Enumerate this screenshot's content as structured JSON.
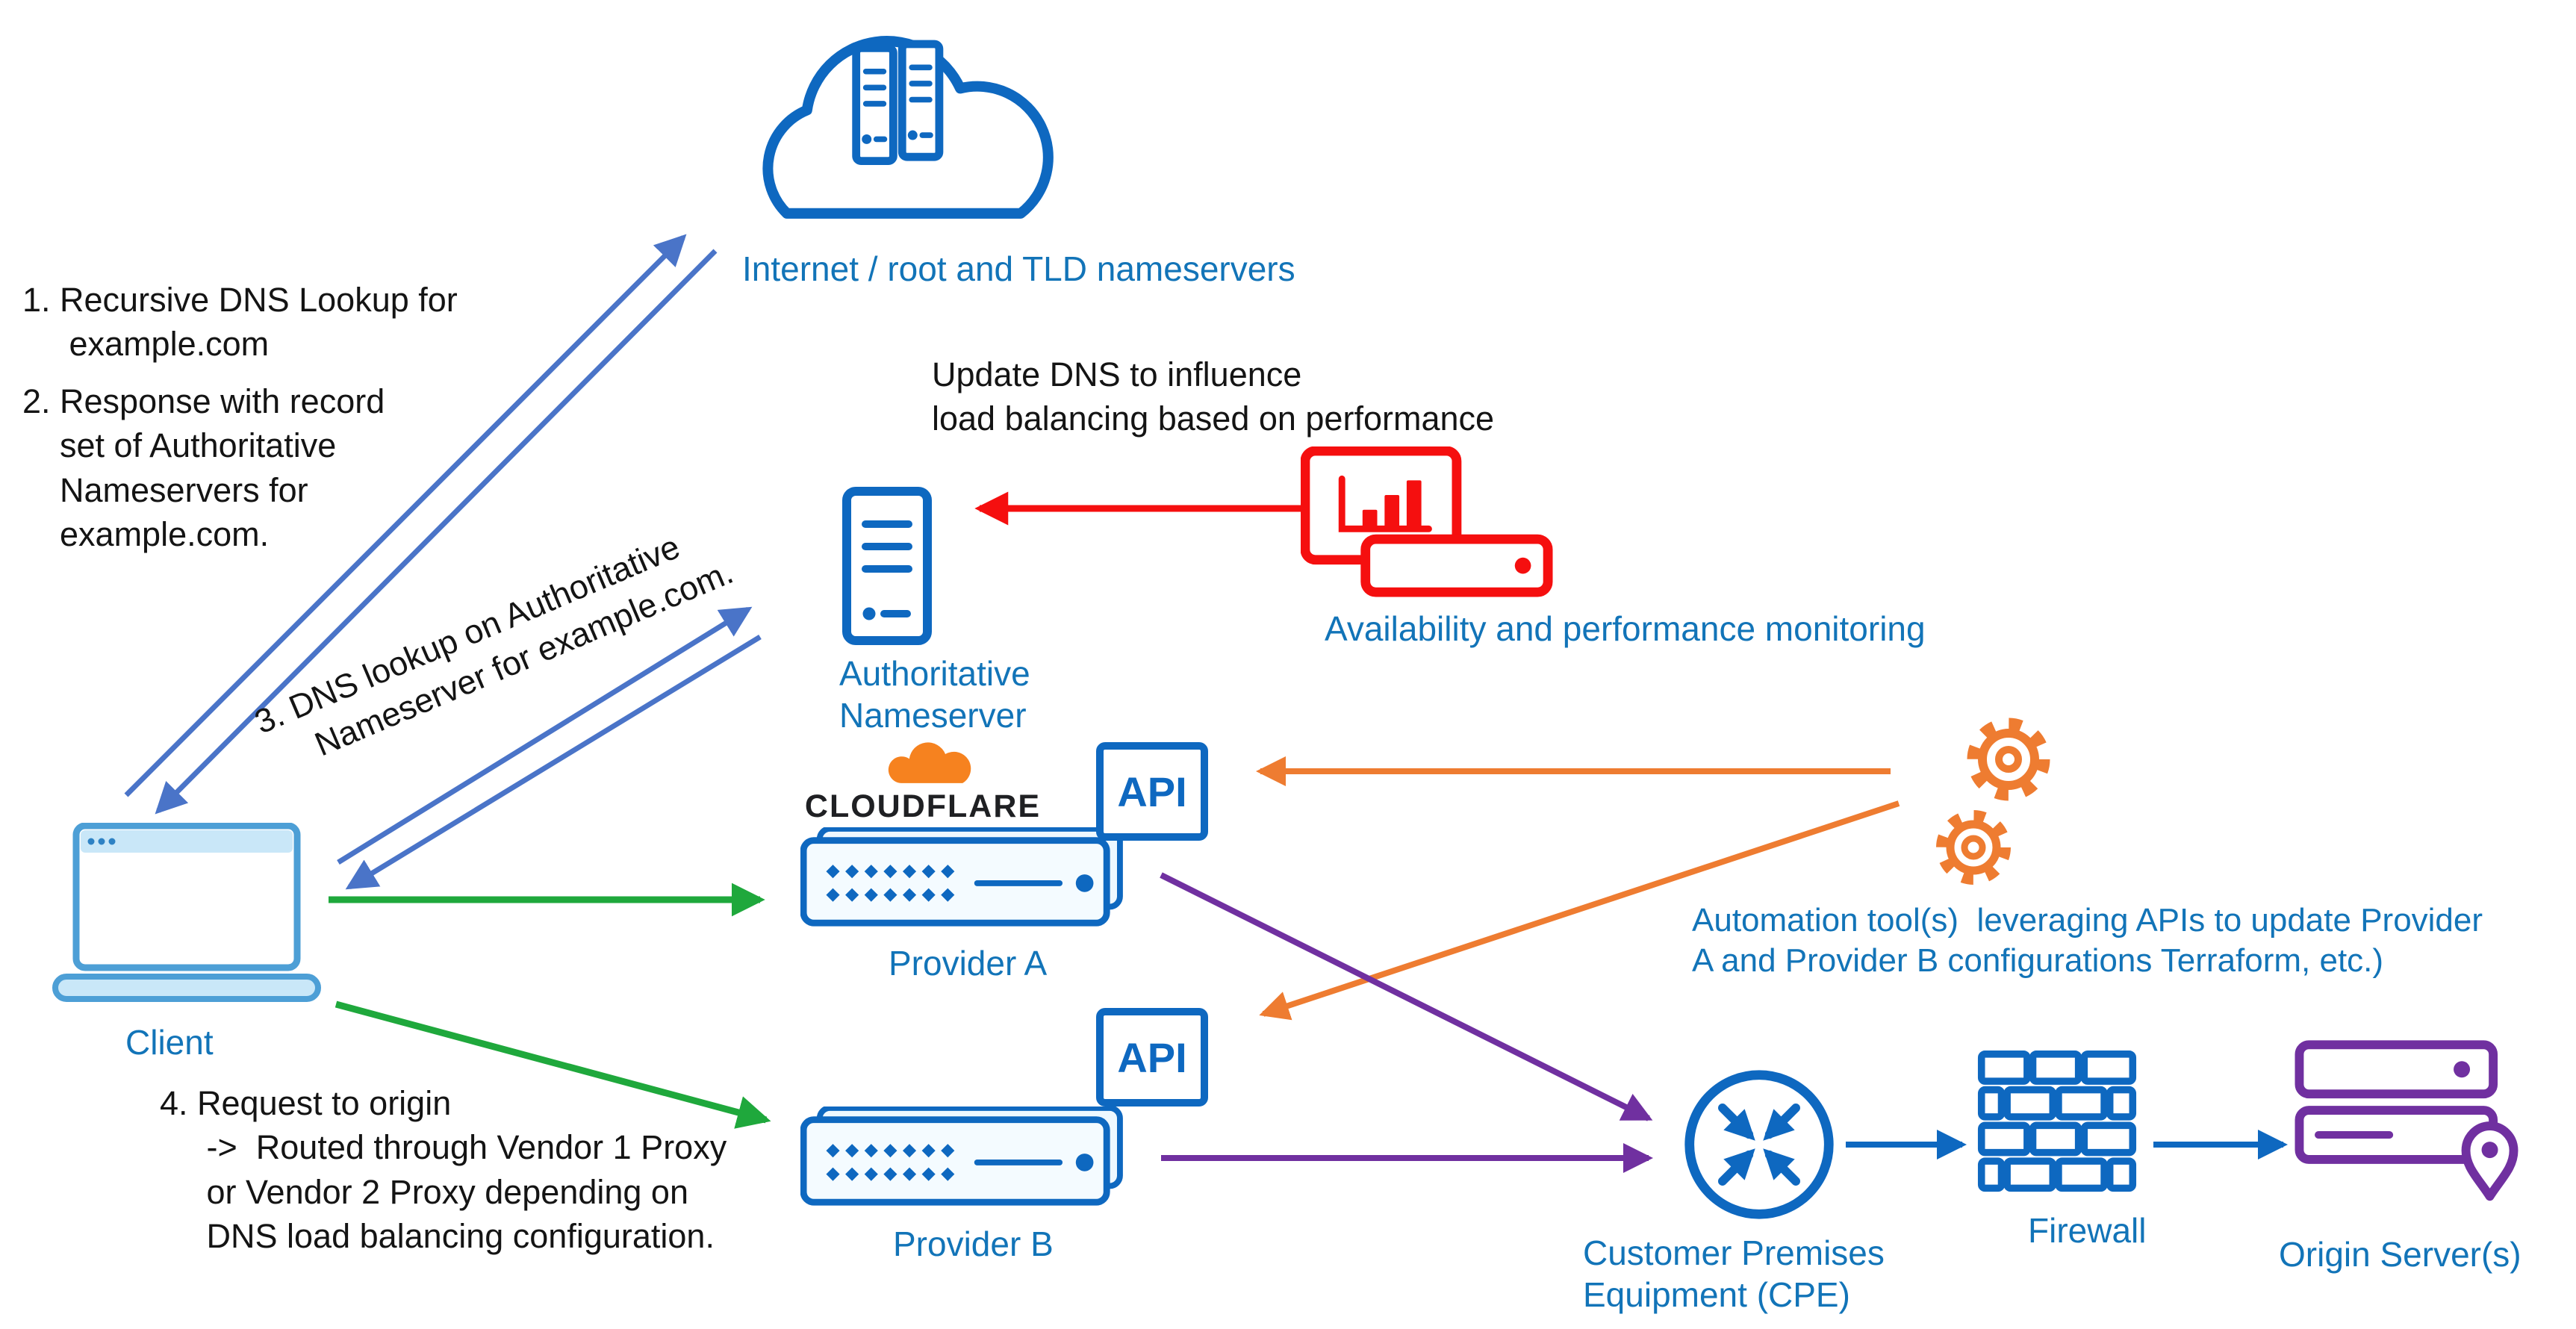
{
  "colors": {
    "label_blue": "#1274b8",
    "arrow_blue": "#4a74c8",
    "icon_blue": "#0e68c0",
    "green": "#1fa83c",
    "red": "#f50f0f",
    "orange": "#ee7c31",
    "purple": "#7030a0",
    "cloudflare_orange": "#f6821f",
    "laptop_blue": "#4d9fd6",
    "laptop_fill": "#c9e7f8",
    "text_black": "#141414"
  },
  "annotations": {
    "step1": "1. Recursive DNS Lookup for\n     example.com",
    "step2": "2. Response with record\n    set of Authoritative\n    Nameservers for\n    example.com.",
    "step3": "3. DNS lookup on Authoritative\n     Nameserver for example.com.",
    "step4": "4. Request to origin\n     ->  Routed through Vendor 1 Proxy\n     or Vendor 2 Proxy depending on\n     DNS load balancing configuration.",
    "update_dns": "Update DNS to influence\nload balancing based on performance",
    "automation": "Automation tool(s)  leveraging APIs to update Provider\nA and Provider B configurations Terraform, etc.)"
  },
  "nodes": {
    "internet": {
      "label": "Internet / root and TLD nameservers"
    },
    "client": {
      "label": "Client"
    },
    "auth_ns": {
      "label": "Authoritative\nNameserver"
    },
    "monitoring": {
      "label": "Availability and performance monitoring"
    },
    "provider_a": {
      "label": "Provider A",
      "api_label": "API",
      "brand": "CLOUDFLARE"
    },
    "provider_b": {
      "label": "Provider B",
      "api_label": "API"
    },
    "cpe": {
      "label": "Customer Premises\nEquipment (CPE)"
    },
    "firewall": {
      "label": "Firewall"
    },
    "origin": {
      "label": "Origin Server(s)"
    }
  }
}
